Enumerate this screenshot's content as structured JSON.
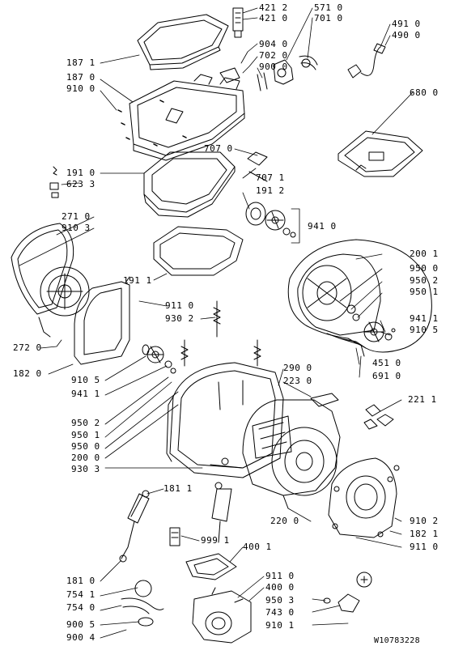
{
  "drawing_code": "W10783228",
  "callouts": [
    {
      "id": "c1",
      "text": "421 2"
    },
    {
      "id": "c2",
      "text": "421 0"
    },
    {
      "id": "c3",
      "text": "904 0"
    },
    {
      "id": "c4",
      "text": "702 0"
    },
    {
      "id": "c5",
      "text": "900 0"
    },
    {
      "id": "c6",
      "text": "571 0"
    },
    {
      "id": "c7",
      "text": "701 0"
    },
    {
      "id": "c8",
      "text": "491 0"
    },
    {
      "id": "c9",
      "text": "490 0"
    },
    {
      "id": "c10",
      "text": "187 1"
    },
    {
      "id": "c11",
      "text": "187 0"
    },
    {
      "id": "c12",
      "text": "910 0"
    },
    {
      "id": "c13",
      "text": "680 0"
    },
    {
      "id": "c14",
      "text": "707 0"
    },
    {
      "id": "c15",
      "text": "191 0"
    },
    {
      "id": "c16",
      "text": "623 3"
    },
    {
      "id": "c17",
      "text": "707 1"
    },
    {
      "id": "c18",
      "text": "191 2"
    },
    {
      "id": "c19",
      "text": "271 0"
    },
    {
      "id": "c20",
      "text": "910 3"
    },
    {
      "id": "c21",
      "text": "941 0"
    },
    {
      "id": "c22",
      "text": "191 1"
    },
    {
      "id": "c23",
      "text": "200 1"
    },
    {
      "id": "c24",
      "text": "950 0"
    },
    {
      "id": "c25",
      "text": "950 2"
    },
    {
      "id": "c26",
      "text": "950 1"
    },
    {
      "id": "c27",
      "text": "911 0"
    },
    {
      "id": "c28",
      "text": "930 2"
    },
    {
      "id": "c29",
      "text": "941 1"
    },
    {
      "id": "c30",
      "text": "910 5"
    },
    {
      "id": "c31",
      "text": "272 0"
    },
    {
      "id": "c32",
      "text": "451 0"
    },
    {
      "id": "c33",
      "text": "691 0"
    },
    {
      "id": "c34",
      "text": "182 0"
    },
    {
      "id": "c35",
      "text": "910 5"
    },
    {
      "id": "c36",
      "text": "941 1"
    },
    {
      "id": "c37",
      "text": "290 0"
    },
    {
      "id": "c38",
      "text": "223 0"
    },
    {
      "id": "c39",
      "text": "221 1"
    },
    {
      "id": "c40",
      "text": "950 2"
    },
    {
      "id": "c41",
      "text": "950 1"
    },
    {
      "id": "c42",
      "text": "950 0"
    },
    {
      "id": "c43",
      "text": "200 0"
    },
    {
      "id": "c44",
      "text": "930 3"
    },
    {
      "id": "c45",
      "text": "181 1"
    },
    {
      "id": "c46",
      "text": "220 0"
    },
    {
      "id": "c47",
      "text": "910 2"
    },
    {
      "id": "c48",
      "text": "182 1"
    },
    {
      "id": "c49",
      "text": "911 0"
    },
    {
      "id": "c50",
      "text": "999 1"
    },
    {
      "id": "c51",
      "text": "400 1"
    },
    {
      "id": "c52",
      "text": "181 0"
    },
    {
      "id": "c53",
      "text": "754 1"
    },
    {
      "id": "c54",
      "text": "754 0"
    },
    {
      "id": "c55",
      "text": "911 0"
    },
    {
      "id": "c56",
      "text": "400 0"
    },
    {
      "id": "c57",
      "text": "950 3"
    },
    {
      "id": "c58",
      "text": "743 0"
    },
    {
      "id": "c59",
      "text": "910 1"
    },
    {
      "id": "c60",
      "text": "900 5"
    },
    {
      "id": "c61",
      "text": "900 4"
    }
  ]
}
